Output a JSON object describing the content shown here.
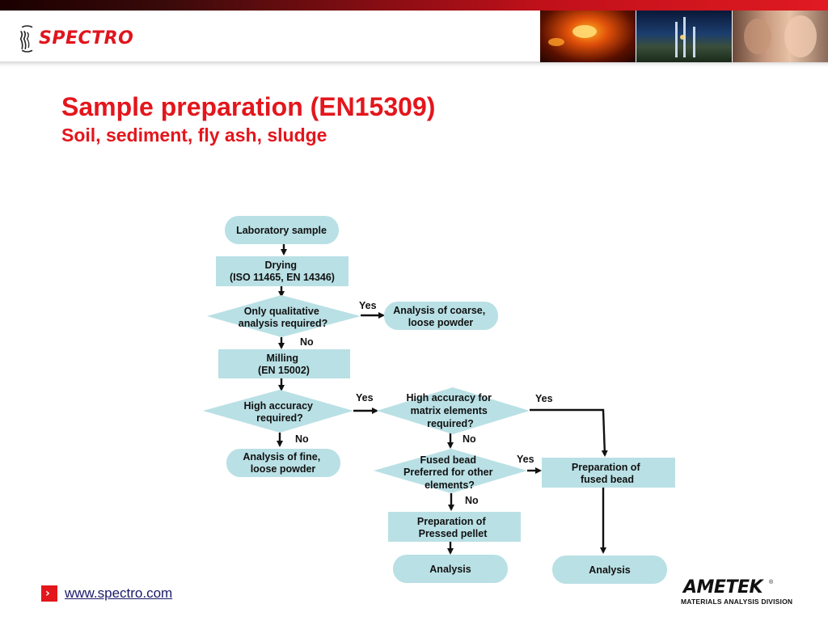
{
  "header": {
    "brand": "SPECTRO",
    "colors": {
      "accent": "#e3161c",
      "shape_fill": "#b9e0e5"
    }
  },
  "title": "Sample preparation (EN15309)",
  "subtitle": "Soil, sediment, fly ash, sludge",
  "flow": {
    "nodes": {
      "lab_sample": {
        "lines": [
          "Laboratory sample"
        ]
      },
      "drying": {
        "lines": [
          "Drying",
          "(ISO 11465, EN 14346)"
        ]
      },
      "qualitative": {
        "lines": [
          "Only qualitative",
          "analysis required?"
        ]
      },
      "coarse": {
        "lines": [
          "Analysis of coarse,",
          "loose powder"
        ]
      },
      "milling": {
        "lines": [
          "Milling",
          "(EN 15002)"
        ]
      },
      "high_acc": {
        "lines": [
          "High accuracy",
          "required?"
        ]
      },
      "matrix": {
        "lines": [
          "High accuracy for",
          "matrix elements",
          "required?"
        ]
      },
      "fine": {
        "lines": [
          "Analysis of fine,",
          "loose powder"
        ]
      },
      "fused_pref": {
        "lines": [
          "Fused bead",
          "Preferred for other",
          "elements?"
        ]
      },
      "prep_fused": {
        "lines": [
          "Preparation of",
          "fused bead"
        ]
      },
      "prep_pellet": {
        "lines": [
          "Preparation of",
          "Pressed pellet"
        ]
      },
      "analysis_1": {
        "lines": [
          "Analysis"
        ]
      },
      "analysis_2": {
        "lines": [
          "Analysis"
        ]
      }
    },
    "edge_labels": {
      "qual_yes": "Yes",
      "qual_no": "No",
      "acc_yes": "Yes",
      "acc_no": "No",
      "matrix_yes": "Yes",
      "matrix_no": "No",
      "fused_yes": "Yes",
      "fused_no": "No"
    }
  },
  "footer": {
    "url": "www.spectro.com",
    "company": "AMETEK",
    "registered": "®",
    "division": "MATERIALS ANALYSIS DIVISION"
  }
}
